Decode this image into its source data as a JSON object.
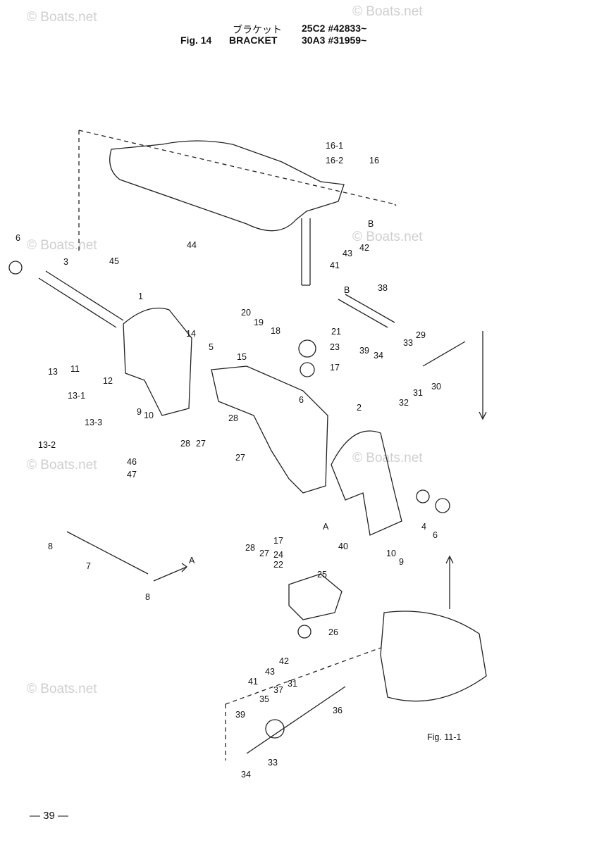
{
  "header": {
    "line1_jp": "ブラケット",
    "line1_model": "25C2 #42833~",
    "fig": "Fig. 14",
    "title": "BRACKET",
    "line2_model": "30A3 #31959~"
  },
  "watermarks": [
    "© Boats.net",
    "© Boats.net",
    "© Boats.net",
    "© Boats.net",
    "© Boats.net",
    "© Boats.net",
    "© Boats.net"
  ],
  "callouts": [
    "16-1",
    "16-2",
    "16",
    "B",
    "43",
    "42",
    "41",
    "6",
    "44",
    "45",
    "3",
    "1",
    "11",
    "14",
    "38",
    "B",
    "29",
    "33",
    "34",
    "39",
    "30",
    "31",
    "32",
    "20",
    "19",
    "18",
    "21",
    "23",
    "17",
    "5",
    "15",
    "13",
    "12",
    "13-1",
    "9",
    "10",
    "13-3",
    "13-2",
    "6",
    "2",
    "28",
    "27",
    "28",
    "27",
    "46",
    "47",
    "4",
    "6",
    "A",
    "10",
    "9",
    "8",
    "7",
    "A",
    "8",
    "17",
    "28",
    "27",
    "24",
    "22",
    "40",
    "25",
    "26",
    "43",
    "42",
    "41",
    "37",
    "31",
    "35",
    "36",
    "39",
    "33",
    "34",
    "Fig. 11-1"
  ],
  "footer": {
    "page": "— 39 —"
  }
}
